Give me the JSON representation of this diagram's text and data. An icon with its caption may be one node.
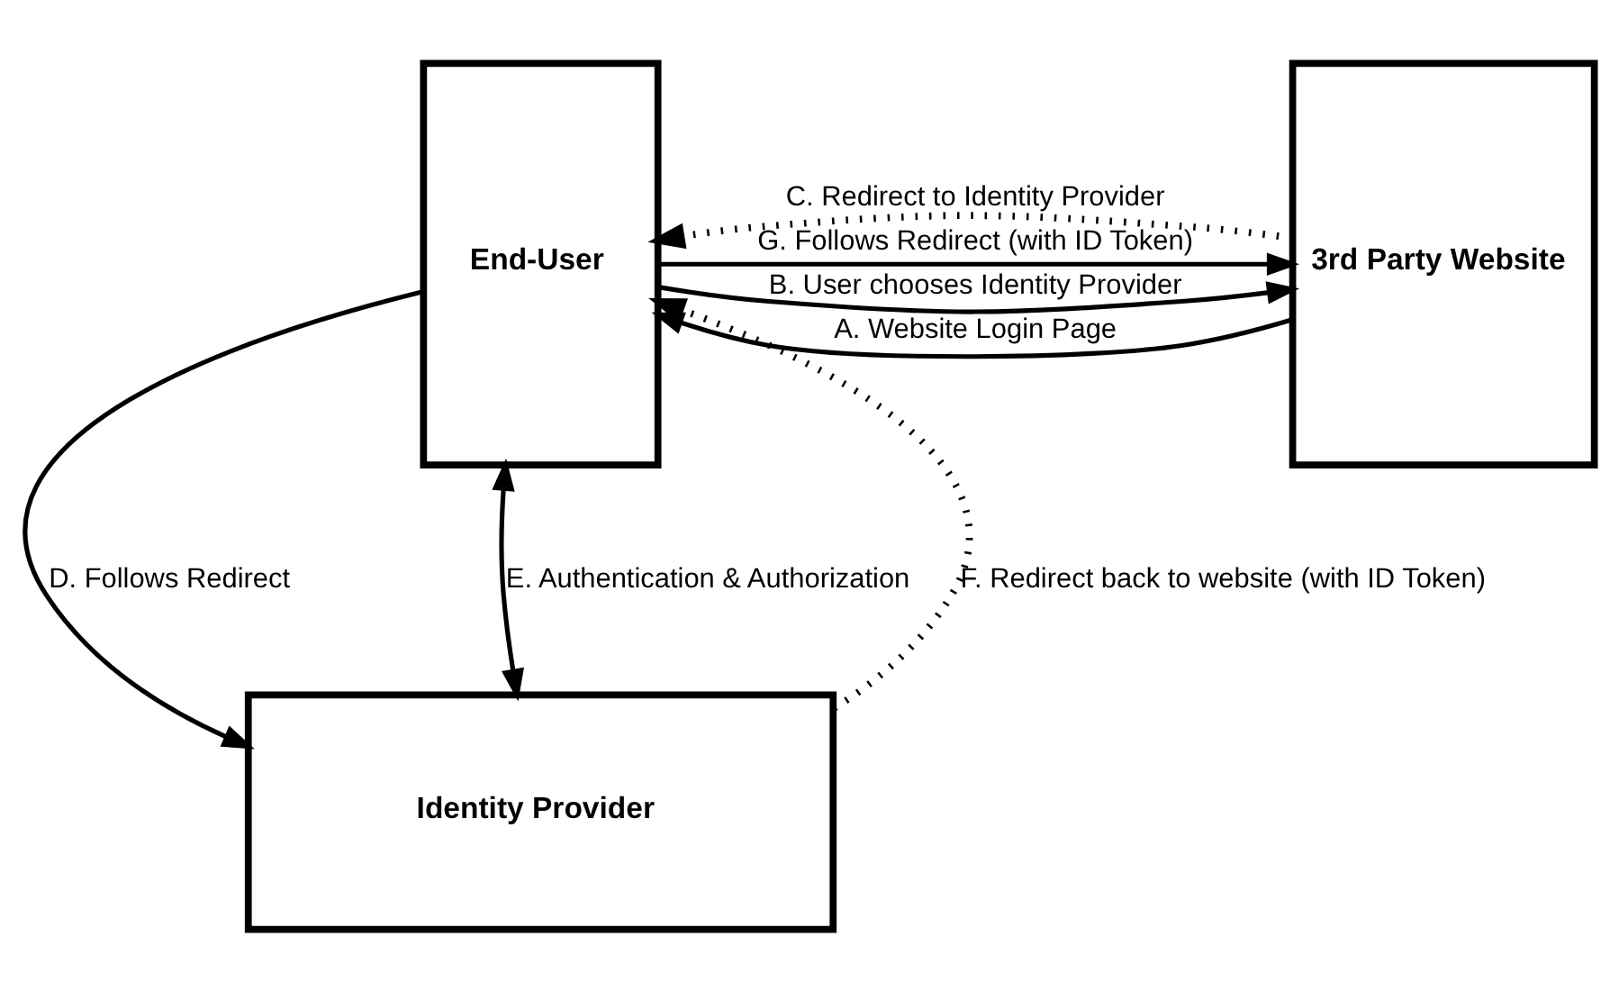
{
  "diagram": {
    "nodes": [
      {
        "text": [
          "End-User"
        ]
      },
      {
        "text": [
          "3rd Party Website"
        ]
      },
      {
        "text": [
          "Identity Provider"
        ]
      }
    ],
    "edges": [
      {
        "from": 1,
        "to": 0,
        "arrow": "to",
        "label": "A. Website Login Page"
      },
      {
        "from": 0,
        "to": 1,
        "arrow": "to",
        "label": "B. User chooses Identity Provider"
      },
      {
        "from": 1,
        "to": 0,
        "arrow": "to",
        "label": "C. Redirect to Identity Provider",
        "style": "dashed"
      },
      {
        "from": 0,
        "to": 2,
        "arrow": "to",
        "label": "D. Follows Redirect"
      },
      {
        "from": 0,
        "to": 2,
        "arrow": "both",
        "label": "E. Authentication & Authorization"
      },
      {
        "from": 2,
        "to": 0,
        "arrow": "to",
        "label": "F. Redirect back to website (with ID Token)",
        "style": "dashed"
      },
      {
        "from": 0,
        "to": 1,
        "arrow": "to",
        "label": "G. Follows Redirect (with ID Token)"
      }
    ]
  }
}
